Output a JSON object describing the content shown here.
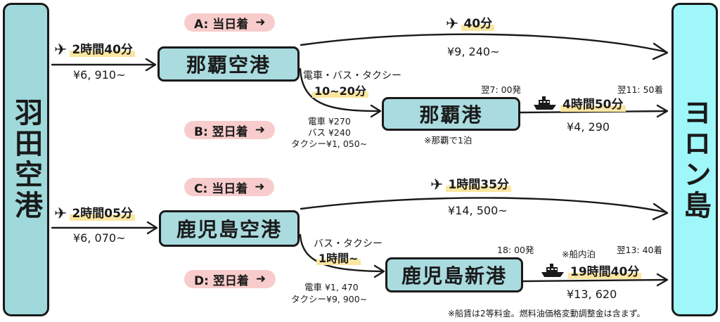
{
  "origin": "羽田空港",
  "destination": "ヨロン島",
  "airports": {
    "naha_airport": "那覇空港",
    "naha_port": "那覇港",
    "kagoshima_airport": "鹿児島空港",
    "kagoshima_port": "鹿児島新港"
  },
  "routes": {
    "a_label": "A: 当日着",
    "b_label": "B: 翌日着",
    "c_label": "C: 当日着",
    "d_label": "D: 翌日着",
    "arrow": "➜"
  },
  "legs": {
    "haneda_naha_time": "2時間40分",
    "haneda_naha_fare": "¥6, 910~",
    "naha_yoron_time": "40分",
    "naha_yoron_fare": "¥9, 240~",
    "naha_transfer_modes": "電車・バス・タクシー",
    "naha_transfer_time": "10~20分",
    "naha_transfer_fare_train": "電車 ¥270",
    "naha_transfer_fare_bus": "バス ¥240",
    "naha_transfer_fare_taxi": "タクシー¥1, 050~",
    "naha_ferry_depart": "翌7: 00発",
    "naha_ferry_arrive": "翌11: 50着",
    "naha_ferry_time": "4時間50分",
    "naha_ferry_fare": "¥4, 290",
    "naha_overnight": "※那覇で1泊",
    "haneda_kagoshima_time": "2時間05分",
    "haneda_kagoshima_fare": "¥6, 070~",
    "kagoshima_yoron_time": "1時間35分",
    "kagoshima_yoron_fare": "¥14, 500~",
    "kagoshima_transfer_modes": "バス・タクシー",
    "kagoshima_transfer_time": "1時間~",
    "kagoshima_transfer_fare_train": "電車 ¥1, 470",
    "kagoshima_transfer_fare_taxi": "タクシー¥9, 900~",
    "kagoshima_ferry_depart": "18: 00発",
    "kagoshima_ferry_onboard": "※船内泊",
    "kagoshima_ferry_arrive": "翌13: 40着",
    "kagoshima_ferry_time": "19時間40分",
    "kagoshima_ferry_fare": "¥13, 620"
  },
  "footnote": "※船賃は2等料金。燃料油価格変動調整金は含まず。",
  "icons": {
    "plane": "airplane-icon",
    "ship": "ferry-icon"
  },
  "colors": {
    "node": "#a9dbdf",
    "side": "#9fd9dc",
    "side_right": "#9ff7fa",
    "pill": "#f8cccc",
    "highlight": "#fbe6a0"
  }
}
